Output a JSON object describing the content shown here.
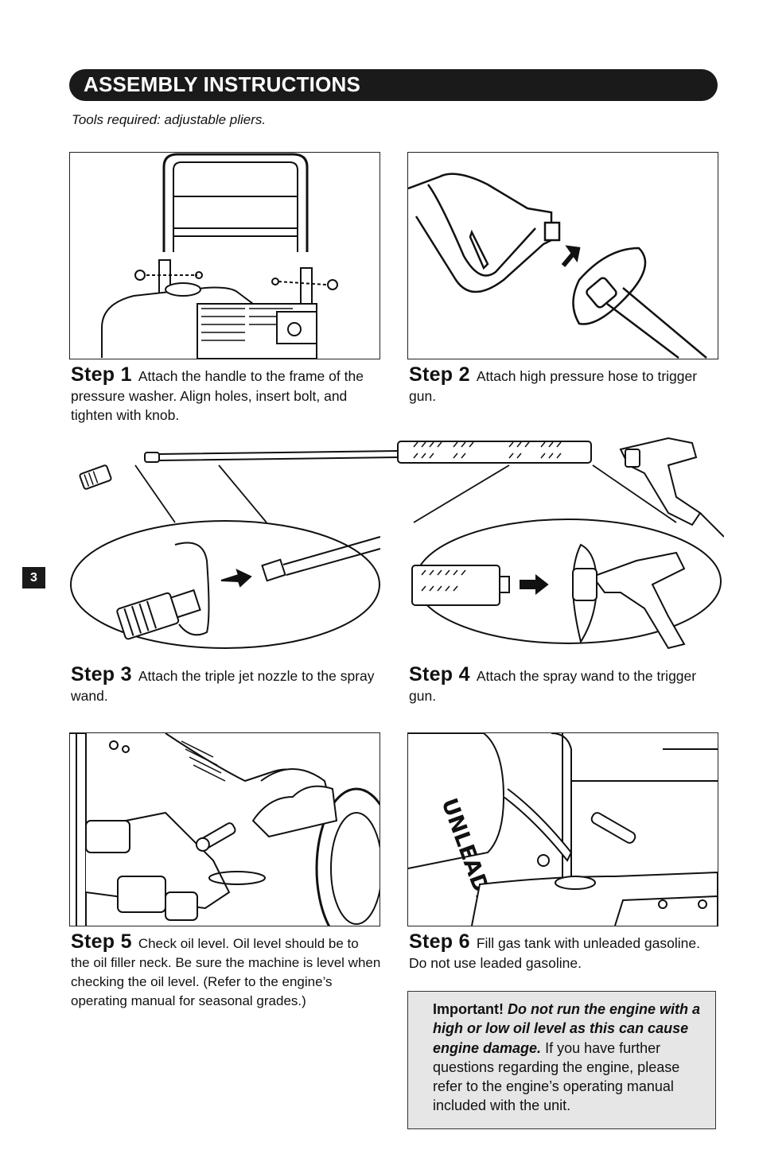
{
  "header": {
    "title": "ASSEMBLY INSTRUCTIONS",
    "tools": "Tools required: adjustable pliers."
  },
  "page_number": "3",
  "steps": [
    {
      "label": "Step 1",
      "text": "Attach the handle to the frame of the pressure washer. Align holes, insert bolt, and tighten with knob."
    },
    {
      "label": "Step 2",
      "text": "Attach high pressure hose to trigger gun."
    },
    {
      "label": "Step 3",
      "text": "Attach the triple jet nozzle to the spray wand."
    },
    {
      "label": "Step 4",
      "text": "Attach the spray wand to the trigger gun."
    },
    {
      "label": "Step 5",
      "text": "Check oil level. Oil level should be to the oil filler neck. Be sure the machine is level when checking the oil level. (Refer to the engine’s operating manual for seasonal grades.)"
    },
    {
      "label": "Step 6",
      "text": "Fill gas tank with unleaded gasoline. Do not use leaded gasoline."
    }
  ],
  "illustration_text": {
    "gas_can": "UNLEADED GASOLINE"
  },
  "important": {
    "heading": "Important!",
    "warning": "Do not run the engine with a high or low oil level as this can cause engine damage.",
    "body": "If you have fur­ther questions regarding the engine, please refer to the engine’s operating manual included with the unit."
  },
  "colors": {
    "title_bar": "#1a1a1a",
    "important_bg": "#e6e6e6"
  }
}
